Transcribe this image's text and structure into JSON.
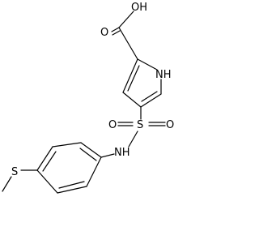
{
  "colors": {
    "bond": "#000000",
    "text": "#000000",
    "background": "#ffffff"
  },
  "atoms": {
    "oh": "OH",
    "o_carbonyl": "O",
    "nh_ring": "NH",
    "s_sulfonyl": "S",
    "o_sulfonyl_left": "O",
    "o_sulfonyl_right": "O",
    "nh_sulfonamide": "NH",
    "s_thioether": "S"
  }
}
